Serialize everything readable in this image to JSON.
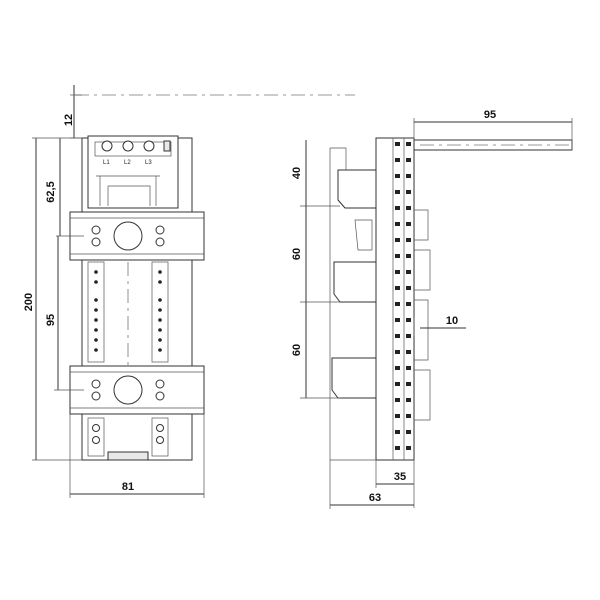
{
  "front_view": {
    "dimensions": {
      "top_offset": "12",
      "first_rail": "62,5",
      "total_height": "200",
      "rail_spacing": "95",
      "width": "81"
    },
    "phase_labels": [
      "L1",
      "L2",
      "L3"
    ]
  },
  "side_view": {
    "dimensions": {
      "rail_extension": "95",
      "top_section": "40",
      "middle_section": "60",
      "lower_section": "60",
      "pitch": "10",
      "inner_depth": "35",
      "total_depth": "63"
    }
  }
}
